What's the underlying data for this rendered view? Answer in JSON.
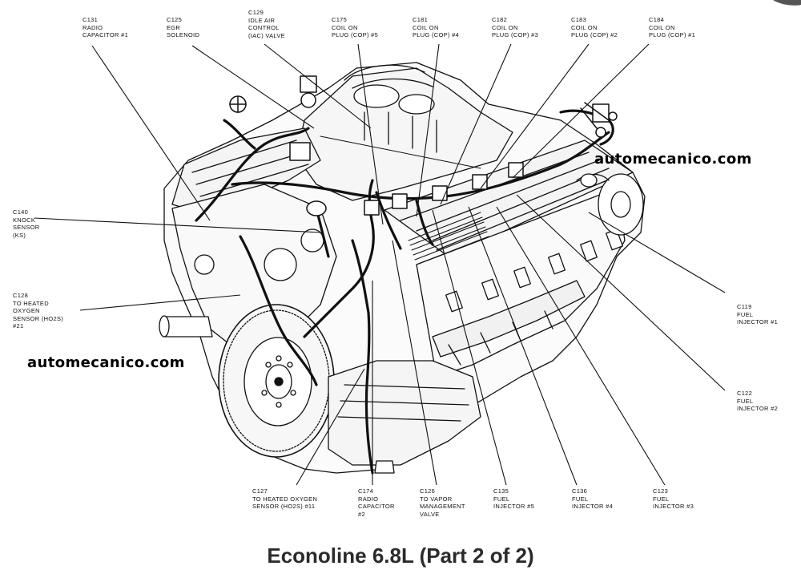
{
  "caption": "Econoline 6.8L (Part 2 of 2)",
  "watermarks": [
    "automecanico.com",
    "automecanico.com"
  ],
  "callouts": [
    {
      "id": "c131",
      "lines": [
        "C131",
        "RADIO",
        "CAPACITOR #1"
      ]
    },
    {
      "id": "c125",
      "lines": [
        "C125",
        "EGR",
        "SOLENOID"
      ]
    },
    {
      "id": "c129",
      "lines": [
        "C129",
        "IDLE AIR",
        "CONTROL",
        "(IAC) VALVE"
      ]
    },
    {
      "id": "c175",
      "lines": [
        "C175",
        "COIL ON",
        "PLUG (COP) #5"
      ]
    },
    {
      "id": "c181",
      "lines": [
        "C181",
        "COIL ON",
        "PLUG (COP) #4"
      ]
    },
    {
      "id": "c182",
      "lines": [
        "C182",
        "COIL ON",
        "PLUG (COP) #3"
      ]
    },
    {
      "id": "c183",
      "lines": [
        "C183",
        "COIL ON",
        "PLUG (COP) #2"
      ]
    },
    {
      "id": "c184",
      "lines": [
        "C184",
        "COIL ON",
        "PLUG (COP) #1"
      ]
    },
    {
      "id": "c140",
      "lines": [
        "C140",
        "KNOCK",
        "SENSOR",
        "(KS)"
      ]
    },
    {
      "id": "c128",
      "lines": [
        "C128",
        "TO HEATED",
        "OXYGEN",
        "SENSOR (HO2S)",
        "#21"
      ]
    },
    {
      "id": "c119",
      "lines": [
        "C119",
        "FUEL",
        "INJECTOR #1"
      ]
    },
    {
      "id": "c122",
      "lines": [
        "C122",
        "FUEL",
        "INJECTOR #2"
      ]
    },
    {
      "id": "c127",
      "lines": [
        "C127",
        "TO HEATED OXYGEN",
        "SENSOR (HO2S) #11"
      ]
    },
    {
      "id": "c174",
      "lines": [
        "C174",
        "RADIO",
        "CAPACITOR",
        "#2"
      ]
    },
    {
      "id": "c126",
      "lines": [
        "C126",
        "TO VAPOR",
        "MANAGEMENT",
        "VALVE"
      ]
    },
    {
      "id": "c135",
      "lines": [
        "C135",
        "FUEL",
        "INJECTOR #5"
      ]
    },
    {
      "id": "c136",
      "lines": [
        "C136",
        "FUEL",
        "INJECTOR #4"
      ]
    },
    {
      "id": "c123",
      "lines": [
        "C123",
        "FUEL",
        "INJECTOR #3"
      ]
    }
  ]
}
